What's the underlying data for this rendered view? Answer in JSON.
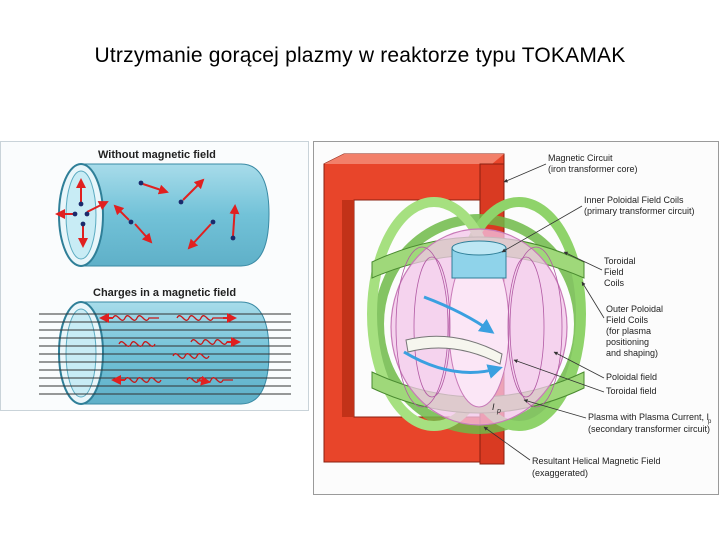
{
  "slide": {
    "title": "Utrzymanie gorącej plazmy w reaktorze typu TOKAMAK"
  },
  "left_figure": {
    "top_caption": "Without magnetic field",
    "bottom_caption": "Charges in a magnetic field",
    "colors": {
      "tube": "#7fc8dc",
      "arrow": "#e02020",
      "dot": "#1a2a6c"
    }
  },
  "right_figure": {
    "labels": [
      [
        "Magnetic Circuit",
        "(iron transformer core)"
      ],
      [
        "Inner Poloidal Field Coils",
        "(primary transformer circuit)"
      ],
      [
        "Toroidal",
        "Field",
        "Coils"
      ],
      [
        "Outer Poloidal",
        "Field Coils",
        "(for plasma",
        "positioning",
        "and shaping)"
      ],
      [
        "Poloidal field"
      ],
      [
        "Toroidal field"
      ],
      [
        "Plasma with Plasma Current, I",
        "(secondary transformer circuit)"
      ],
      [
        "Resultant Helical Magnetic Field",
        "(exaggerated)"
      ]
    ],
    "current_symbol": "p",
    "core_symbol": "I",
    "colors": {
      "core": "#e8452a",
      "coil": "#8fd36a",
      "plasma": "#f0b8e8",
      "arrow": "#3aa0e0"
    }
  }
}
